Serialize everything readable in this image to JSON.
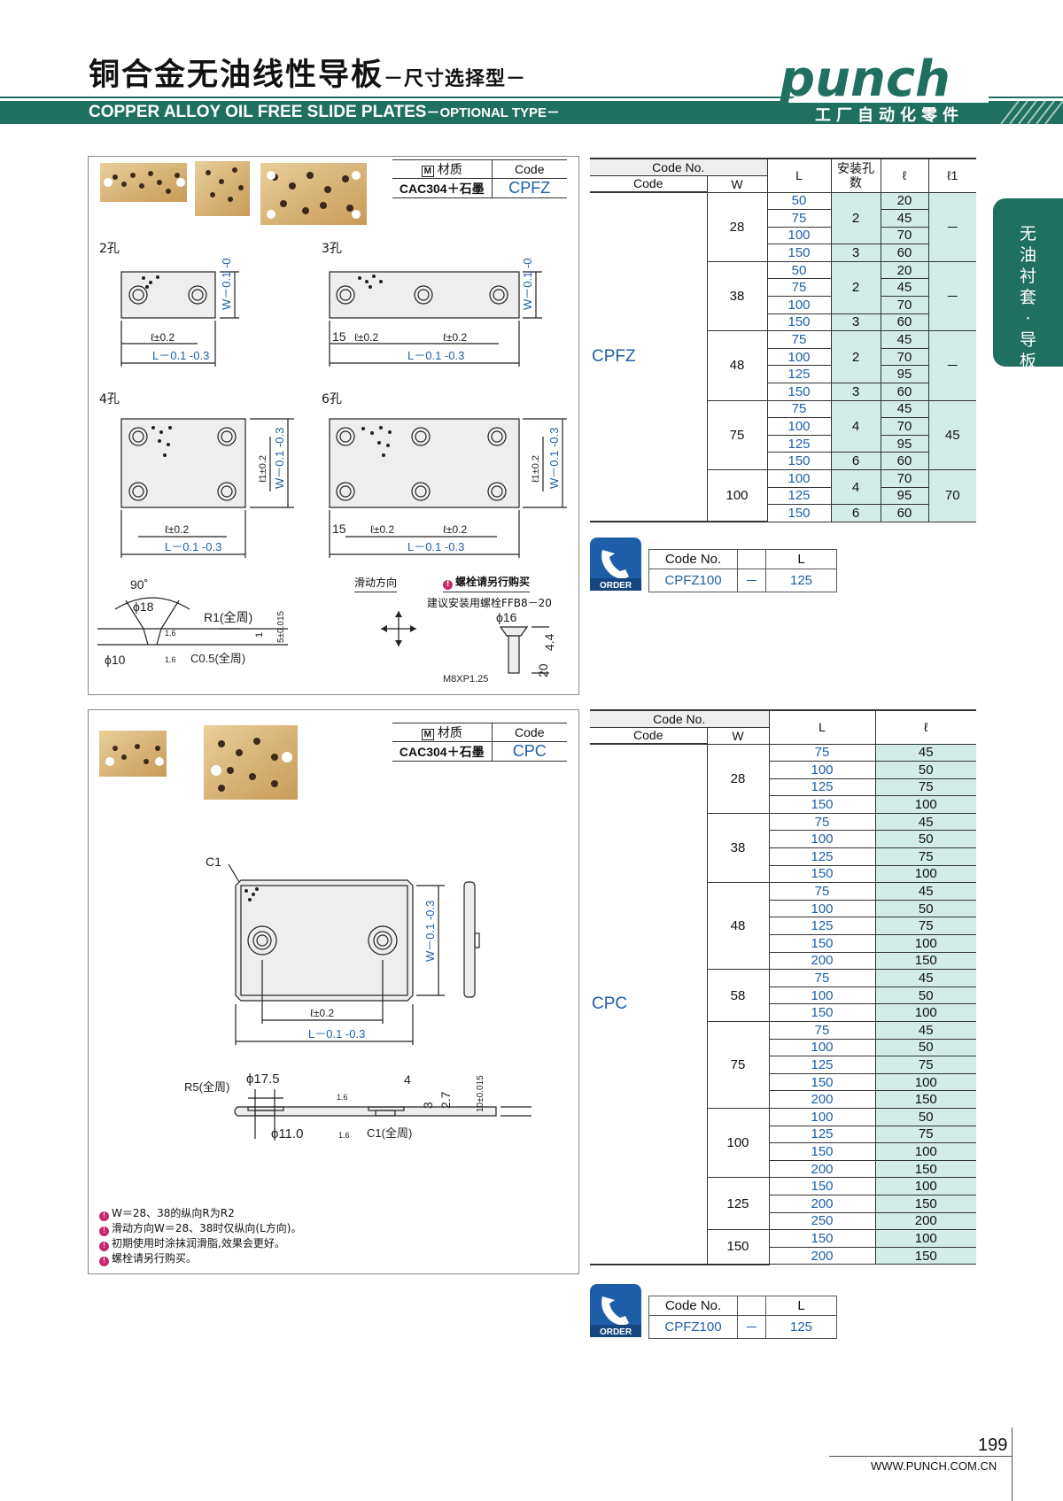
{
  "header": {
    "title_cn": "铜合金无油线性导板",
    "title_cn_sub": "－尺寸选择型－",
    "title_en": "COPPER ALLOY OIL FREE SLIDE PLATES",
    "title_en_sub": "－OPTIONAL TYPE－",
    "brand": "punch",
    "tagline": "工厂自动化零件"
  },
  "side_tab": {
    "label": "无油衬套·导板"
  },
  "section1": {
    "material": {
      "head_material": "材质",
      "head_code": "Code",
      "value_material": "CAC304＋石墨",
      "value_code": "CPFZ"
    },
    "labels": {
      "h2": "2孔",
      "h3": "3孔",
      "h4": "4孔",
      "h6": "6孔",
      "slide_dir": "滑动方向",
      "bolt_note": "螺栓请另行购买",
      "bolt_sugg": "建议安装用螺栓FFB8－20"
    },
    "dims": {
      "angle": "90˚",
      "d18": "ϕ18",
      "d10": "ϕ10",
      "r1": "R1(全周)",
      "c05": "C0.5(全周)",
      "t5": "5±0.015",
      "one": "1",
      "sixteen": "1.6",
      "d16": "ϕ16",
      "h44": "4.4",
      "h20": "20",
      "m8": "M8XP1.25",
      "l_tol": "ℓ±0.2",
      "l1_tol": "ℓ1±0.2",
      "L_tol": "L－0.1 -0.3",
      "W_tol": "W－0.1 -0.3",
      "fifteen": "15"
    },
    "table": {
      "head": {
        "code_no": "Code No.",
        "code": "Code",
        "w": "W",
        "l": "L",
        "holes": "安装孔数",
        "ell": "ℓ",
        "ell1": "ℓ1"
      },
      "code": "CPFZ",
      "groups": [
        {
          "w": "28",
          "ell1": "－",
          "rows": [
            [
              "50",
              "2",
              "20"
            ],
            [
              "75",
              "",
              "45"
            ],
            [
              "100",
              "",
              "70"
            ],
            [
              "150",
              "3",
              "60"
            ]
          ]
        },
        {
          "w": "38",
          "ell1": "－",
          "rows": [
            [
              "50",
              "2",
              "20"
            ],
            [
              "75",
              "",
              "45"
            ],
            [
              "100",
              "",
              "70"
            ],
            [
              "150",
              "3",
              "60"
            ]
          ]
        },
        {
          "w": "48",
          "ell1": "－",
          "rows": [
            [
              "75",
              "2",
              "45"
            ],
            [
              "100",
              "",
              "70"
            ],
            [
              "125",
              "",
              "95"
            ],
            [
              "150",
              "3",
              "60"
            ]
          ]
        },
        {
          "w": "75",
          "ell1": "45",
          "rows": [
            [
              "75",
              "4",
              "45"
            ],
            [
              "100",
              "",
              "70"
            ],
            [
              "125",
              "",
              "95"
            ],
            [
              "150",
              "6",
              "60"
            ]
          ]
        },
        {
          "w": "100",
          "ell1": "70",
          "rows": [
            [
              "100",
              "4",
              "70"
            ],
            [
              "125",
              "",
              "95"
            ],
            [
              "150",
              "6",
              "60"
            ]
          ]
        }
      ]
    },
    "order": {
      "badge": "ORDER",
      "h_code": "Code No.",
      "h_l": "L",
      "code": "CPFZ100",
      "dash": "－",
      "l": "125"
    }
  },
  "section2": {
    "material": {
      "head_material": "材质",
      "head_code": "Code",
      "value_material": "CAC304＋石墨",
      "value_code": "CPC"
    },
    "dims": {
      "c1": "C1",
      "l_tol": "ℓ±0.2",
      "L_tol": "L－0.1 -0.3",
      "W_tol": "W－0.1 -0.3",
      "r5": "R5(全周)",
      "d175": "ϕ17.5",
      "d110": "ϕ11.0",
      "c1all": "C1(全周)",
      "four": "4",
      "three": "3",
      "h27": "2.7",
      "t10": "10±0.015",
      "sixteen": "1.6"
    },
    "notes": [
      "W＝28、38的纵向R为R2",
      "滑动方向W＝28、38时仅纵向(L方向)。",
      "初期使用时涂抹润滑脂,效果会更好。",
      "螺栓请另行购买。"
    ],
    "table": {
      "head": {
        "code_no": "Code No.",
        "code": "Code",
        "w": "W",
        "l": "L",
        "ell": "ℓ"
      },
      "code": "CPC",
      "groups": [
        {
          "w": "28",
          "rows": [
            [
              "75",
              "45"
            ],
            [
              "100",
              "50"
            ],
            [
              "125",
              "75"
            ],
            [
              "150",
              "100"
            ]
          ]
        },
        {
          "w": "38",
          "rows": [
            [
              "75",
              "45"
            ],
            [
              "100",
              "50"
            ],
            [
              "125",
              "75"
            ],
            [
              "150",
              "100"
            ]
          ]
        },
        {
          "w": "48",
          "rows": [
            [
              "75",
              "45"
            ],
            [
              "100",
              "50"
            ],
            [
              "125",
              "75"
            ],
            [
              "150",
              "100"
            ],
            [
              "200",
              "150"
            ]
          ]
        },
        {
          "w": "58",
          "rows": [
            [
              "75",
              "45"
            ],
            [
              "100",
              "50"
            ],
            [
              "150",
              "100"
            ]
          ]
        },
        {
          "w": "75",
          "rows": [
            [
              "75",
              "45"
            ],
            [
              "100",
              "50"
            ],
            [
              "125",
              "75"
            ],
            [
              "150",
              "100"
            ],
            [
              "200",
              "150"
            ]
          ]
        },
        {
          "w": "100",
          "rows": [
            [
              "100",
              "50"
            ],
            [
              "125",
              "75"
            ],
            [
              "150",
              "100"
            ],
            [
              "200",
              "150"
            ]
          ]
        },
        {
          "w": "125",
          "rows": [
            [
              "150",
              "100"
            ],
            [
              "200",
              "150"
            ],
            [
              "250",
              "200"
            ]
          ]
        },
        {
          "w": "150",
          "rows": [
            [
              "150",
              "100"
            ],
            [
              "200",
              "150"
            ]
          ]
        }
      ]
    },
    "order": {
      "badge": "ORDER",
      "h_code": "Code No.",
      "h_l": "L",
      "code": "CPFZ100",
      "dash": "－",
      "l": "125"
    }
  },
  "footer": {
    "page": "199",
    "url": "WWW.PUNCH.COM.CN"
  },
  "colors": {
    "teal": "#1f7060",
    "blue": "#1e5ea8",
    "cell_bg": "#d4ece8",
    "note_dot": "#c8266c"
  }
}
